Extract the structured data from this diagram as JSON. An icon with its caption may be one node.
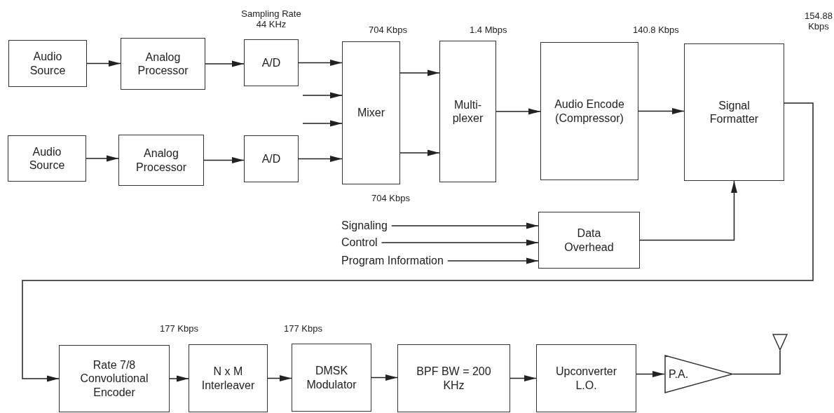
{
  "diagram": {
    "nodes": [
      {
        "text": [
          "Audio Source"
        ]
      },
      {
        "text": [
          "Analog Processor"
        ]
      },
      {
        "text": [
          "A/D"
        ],
        "beside": [
          "Sampling Rate 44 KHz"
        ]
      },
      {
        "text": [
          "Audio Source"
        ]
      },
      {
        "text": [
          "Analog Processor"
        ]
      },
      {
        "text": [
          "A/D"
        ]
      },
      {
        "text": [
          "Mixer"
        ]
      },
      {
        "text": [
          "Multi- plexer"
        ]
      },
      {
        "text": [
          "Audio Encode (Compressor)"
        ]
      },
      {
        "text": [
          "Signal Formatter"
        ]
      },
      {
        "text": [
          "Data Overhead"
        ]
      },
      {
        "text": [
          "Signaling"
        ]
      },
      {
        "text": [
          "Control"
        ]
      },
      {
        "text": [
          "Program Information"
        ]
      },
      {
        "text": [
          "Rate 7/8 Convolutional Encoder"
        ]
      },
      {
        "text": [
          "N x M Interleaver"
        ]
      },
      {
        "text": [
          "DMSK Modulator"
        ]
      },
      {
        "text": [
          "BPF BW = 200 KHz"
        ]
      },
      {
        "text": [
          "Upconverter L.O."
        ]
      },
      {
        "text": [
          "P.A."
        ]
      },
      {
        "text": [],
        "shape": "antenna"
      }
    ],
    "edges": [
      {
        "from": 0,
        "to": 1,
        "arrow": "to"
      },
      {
        "from": 1,
        "to": 2,
        "arrow": "to"
      },
      {
        "from": 2,
        "to": 6,
        "arrow": "to"
      },
      {
        "from": null,
        "to": 6,
        "arrow": "to"
      },
      {
        "from": null,
        "to": 6,
        "arrow": "to"
      },
      {
        "from": 3,
        "to": 4,
        "arrow": "to"
      },
      {
        "from": 4,
        "to": 5,
        "arrow": "to"
      },
      {
        "from": 5,
        "to": 6,
        "arrow": "to"
      },
      {
        "from": 6,
        "to": 7,
        "arrow": "to"
      },
      {
        "from": 6,
        "to": 7,
        "arrow": "to"
      },
      {
        "from": 7,
        "to": 8,
        "arrow": "to"
      },
      {
        "from": 8,
        "to": 9,
        "arrow": "to"
      },
      {
        "from": 11,
        "to": 10,
        "arrow": "to"
      },
      {
        "from": 12,
        "to": 10,
        "arrow": "to"
      },
      {
        "from": 13,
        "to": 10,
        "arrow": "to"
      },
      {
        "from": 10,
        "to": 9,
        "arrow": "to"
      },
      {
        "from": 9,
        "to": 14,
        "arrow": "to"
      },
      {
        "from": 14,
        "to": 15,
        "arrow": "to"
      },
      {
        "from": 15,
        "to": 16,
        "arrow": "to"
      },
      {
        "from": 16,
        "to": 17,
        "arrow": "to"
      },
      {
        "from": 17,
        "to": 18,
        "arrow": "to"
      },
      {
        "from": 18,
        "to": 19,
        "arrow": "to"
      },
      {
        "from": 19,
        "to": 20,
        "arrow": "none"
      }
    ],
    "labels": [
      "704 Kbps",
      "1.4 Mbps",
      "140.8 Kbps",
      "154.88 Kbps",
      "704 Kbps",
      "177 Kbps",
      "177 Kbps"
    ]
  }
}
